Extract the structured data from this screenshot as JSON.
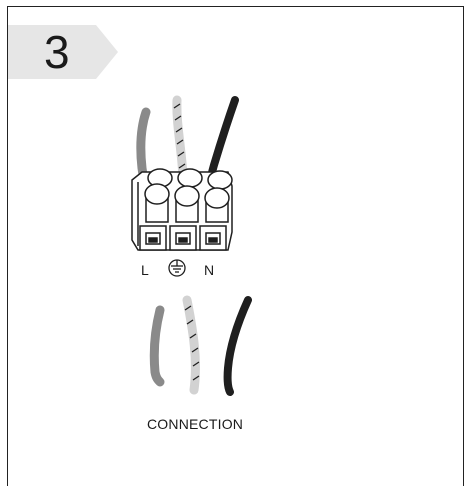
{
  "step": {
    "number": "3"
  },
  "terminal": {
    "label_left": "L",
    "label_right": "N",
    "ground_icon": "earth-ground-icon"
  },
  "caption": "CONNECTION",
  "colors": {
    "live": "#8a8a8a",
    "earth": "#d2d2d2",
    "neutral": "#1f1f1f",
    "tab": "#e6e6e6"
  }
}
